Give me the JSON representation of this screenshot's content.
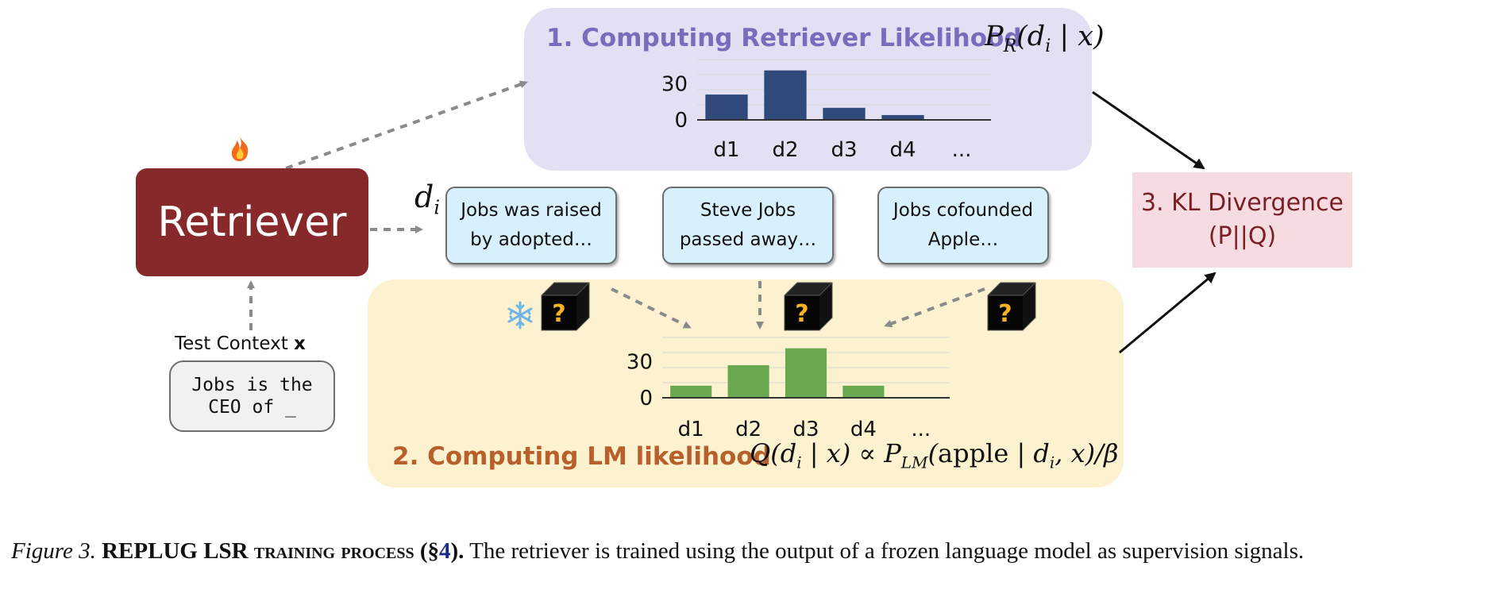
{
  "retriever": {
    "label": "Retriever",
    "fire_icon": "fire-icon"
  },
  "step1": {
    "title": "1. Computing Retriever Likelihood",
    "formula": "P_R(d_i | x)",
    "chart_data": {
      "type": "bar",
      "categories": [
        "d1",
        "d2",
        "d3",
        "d4",
        "..."
      ],
      "values": [
        21,
        41,
        10,
        4,
        null
      ],
      "yticks": [
        "30",
        "0"
      ],
      "ylim": [
        0,
        50
      ],
      "color": "#2f4a7a"
    }
  },
  "docs_label": "d_i",
  "docs": [
    {
      "line1": "Jobs was raised",
      "line2": "by adopted…"
    },
    {
      "line1": "Steve Jobs",
      "line2": "passed away…"
    },
    {
      "line1": "Jobs cofounded",
      "line2": "Apple…"
    }
  ],
  "step2": {
    "title": "2. Computing LM likelihood",
    "formula": "Q(d_i | x) ∝ P_LM(apple | d_i, x)/β",
    "chart_data": {
      "type": "bar",
      "categories": [
        "d1",
        "d2",
        "d3",
        "d4",
        "..."
      ],
      "values": [
        10,
        27,
        41,
        10,
        null
      ],
      "yticks": [
        "30",
        "0"
      ],
      "ylim": [
        0,
        50
      ],
      "color": "#6aa84f"
    },
    "frozen_icon": "snowflake-icon",
    "black_box_icon": "question-cube-icon",
    "cube_mark": "?"
  },
  "step3": {
    "line1": "3. KL Divergence",
    "line2": "(P||Q)"
  },
  "test_context": {
    "label": "Test Context",
    "label_bold": "x",
    "line1": "Jobs is the",
    "line2": "CEO of _"
  },
  "caption": {
    "fig": "Figure 3.",
    "bold": "REPLUG LSR training process (§",
    "ref": "4",
    "bold_end": ").",
    "text": "The retriever is trained using the output of a frozen language model as supervision signals."
  }
}
